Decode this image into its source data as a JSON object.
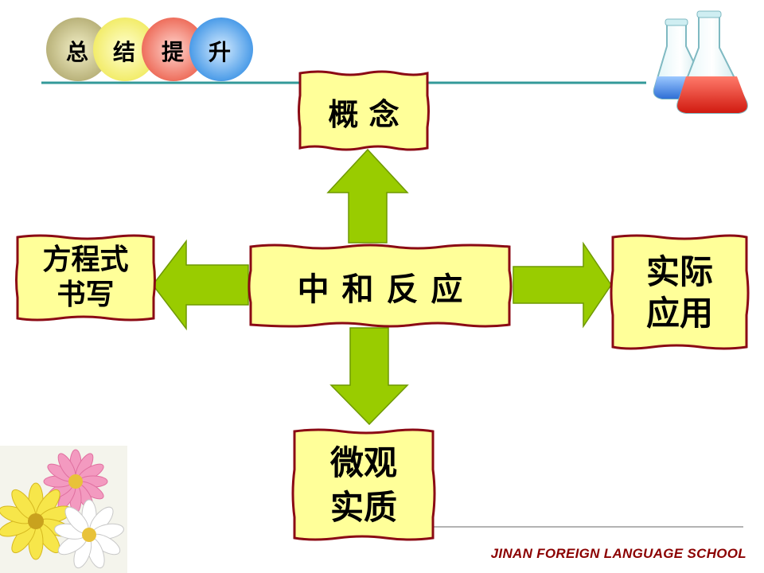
{
  "header": {
    "title_chars": [
      "总",
      "结",
      "提",
      "升"
    ]
  },
  "diagram": {
    "center": "中 和 反 应",
    "top": "概 念",
    "left": [
      "方程式",
      "书写"
    ],
    "right": [
      "实际",
      "应用"
    ],
    "bottom": [
      "微观",
      "实质"
    ]
  },
  "footer": {
    "school": "JINAN FOREIGN LANGUAGE SCHOOL"
  },
  "colors": {
    "box_fill": "#ffff99",
    "box_border": "#8b0a14",
    "arrow_fill": "#99cc00",
    "rule_line": "#339999",
    "footer_text": "#8b0000"
  },
  "icons": [
    "flask-icon",
    "flower-decoration"
  ]
}
